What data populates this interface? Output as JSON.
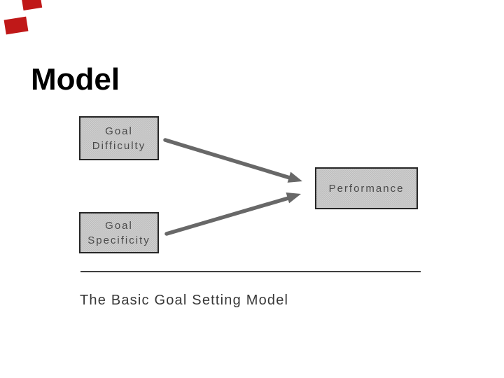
{
  "slide": {
    "title": "Model",
    "caption": "The Basic Goal Setting Model"
  },
  "diagram": {
    "nodes": [
      {
        "id": "goal-difficulty",
        "lines": [
          "Goal",
          "Difficulty"
        ]
      },
      {
        "id": "goal-specificity",
        "lines": [
          "Goal",
          "Specificity"
        ]
      },
      {
        "id": "performance",
        "lines": [
          "Performance"
        ]
      }
    ],
    "edges": [
      {
        "from": "goal-difficulty",
        "to": "performance"
      },
      {
        "from": "goal-specificity",
        "to": "performance"
      }
    ],
    "colors": {
      "node_fill": "#c6c6c6",
      "node_border": "#262626",
      "node_text": "#4a4a4a",
      "arrow": "#686868",
      "rule": "#3f3f3f",
      "caption_text": "#383838",
      "title_text": "#000000",
      "corner_mark": "#c01818"
    }
  }
}
